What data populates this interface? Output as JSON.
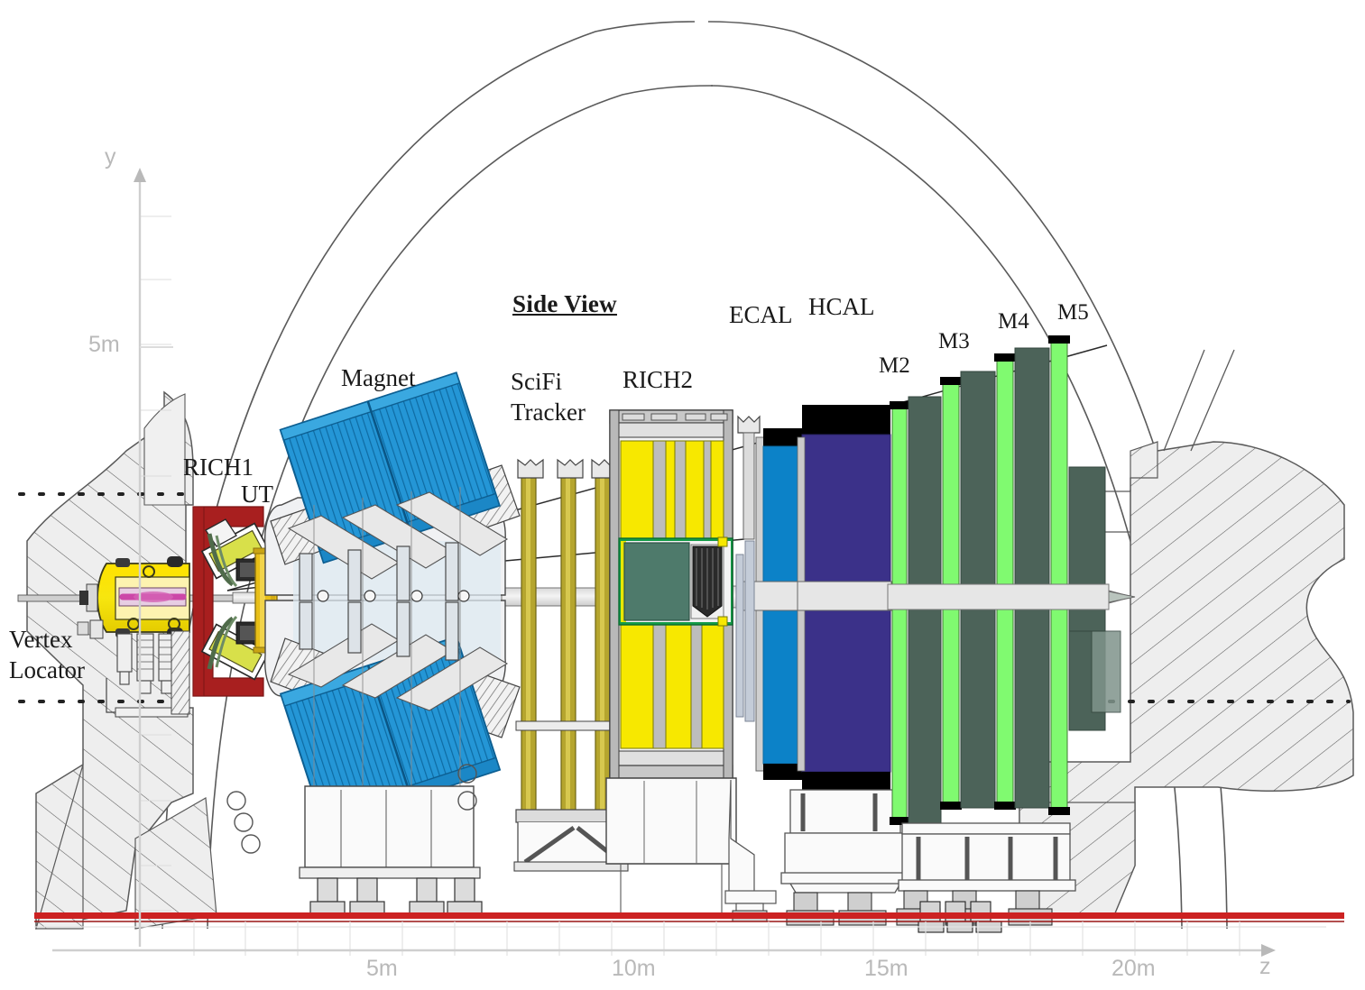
{
  "figure": {
    "kind": "lhcb-detector-side-view-schematic",
    "title": "Side View",
    "background": "#ffffff"
  },
  "axes": {
    "y_axis": {
      "name": "y",
      "tick_label": "5m",
      "ticks": [
        1,
        2,
        3,
        4,
        5
      ],
      "color": "#b9b9b9"
    },
    "z_axis": {
      "name": "z",
      "tick_labels": [
        "5m",
        "10m",
        "15m",
        "20m"
      ],
      "color": "#b9b9b9"
    }
  },
  "subdetectors": [
    {
      "id": "velo",
      "label": "Vertex\nLocator",
      "label_line1": "Vertex",
      "label_line2": "Locator",
      "color": "#f5e70b"
    },
    {
      "id": "rich1",
      "label": "RICH1",
      "color": "#a81f1f"
    },
    {
      "id": "ut",
      "label": "UT",
      "color": "#e8bf18"
    },
    {
      "id": "magnet",
      "label": "Magnet",
      "color": "#1a8ecd"
    },
    {
      "id": "scifi",
      "label": "SciFi\nTracker",
      "label_line1": "SciFi",
      "label_line2": "Tracker",
      "color": "#b5a52e"
    },
    {
      "id": "rich2",
      "label": "RICH2",
      "color": "#f7e800"
    },
    {
      "id": "ecal",
      "label": "ECAL",
      "color": "#0c82c8"
    },
    {
      "id": "hcal",
      "label": "HCAL",
      "color": "#3b3189"
    },
    {
      "id": "m2",
      "label": "M2",
      "color": "#80fa70"
    },
    {
      "id": "m3",
      "label": "M3",
      "color": "#80fa70"
    },
    {
      "id": "m4",
      "label": "M4",
      "color": "#80fa70"
    },
    {
      "id": "m5",
      "label": "M5",
      "color": "#80fa70"
    }
  ],
  "palette": {
    "ecal_blue": "#0c82c8",
    "hcal_indigo": "#3b3189",
    "muon_green_bright": "#80fa70",
    "muon_absorber": "#4c6359",
    "magnet_blue": "#1a8ecd",
    "rich2_yellow": "#f7e800",
    "rich2_mirror_green": "#4e7a6b",
    "rich1_red": "#a81f1f",
    "velo_yellow": "#f5e70b",
    "beam_magenta": "#cc47a8",
    "scifi_olive": "#b5a52e",
    "concrete": "#eeeeee",
    "floor_red": "#cc2222",
    "axis_grey": "#b9b9b9",
    "line_dark": "#4a4a4a"
  }
}
